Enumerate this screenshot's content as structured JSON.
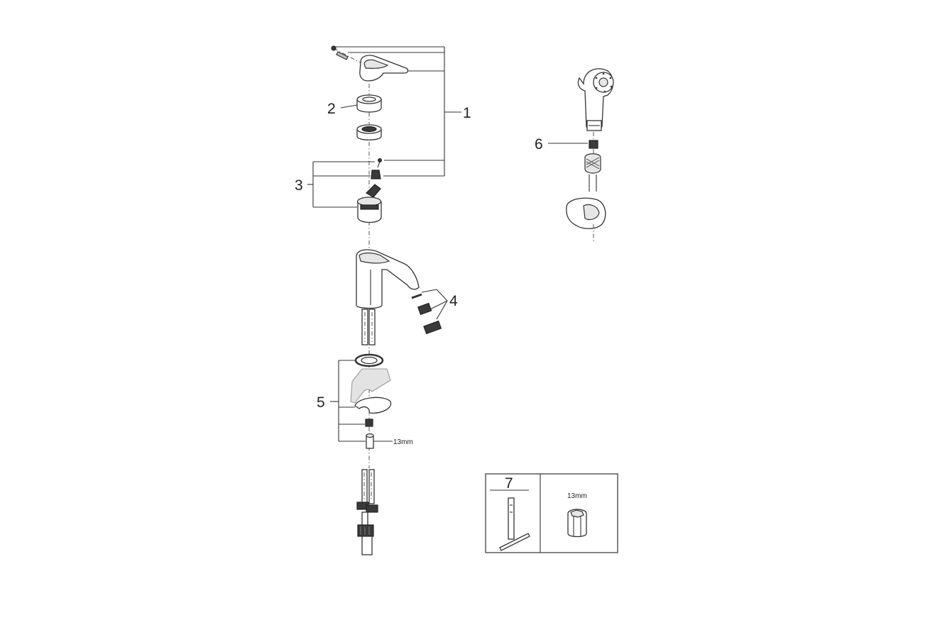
{
  "callouts": {
    "c1": "1",
    "c2": "2",
    "c3": "3",
    "c4": "4",
    "c5": "5",
    "c6": "6",
    "c7": "7"
  },
  "dimensions": {
    "nut_size": "13mm",
    "tool_size": "13mm"
  }
}
